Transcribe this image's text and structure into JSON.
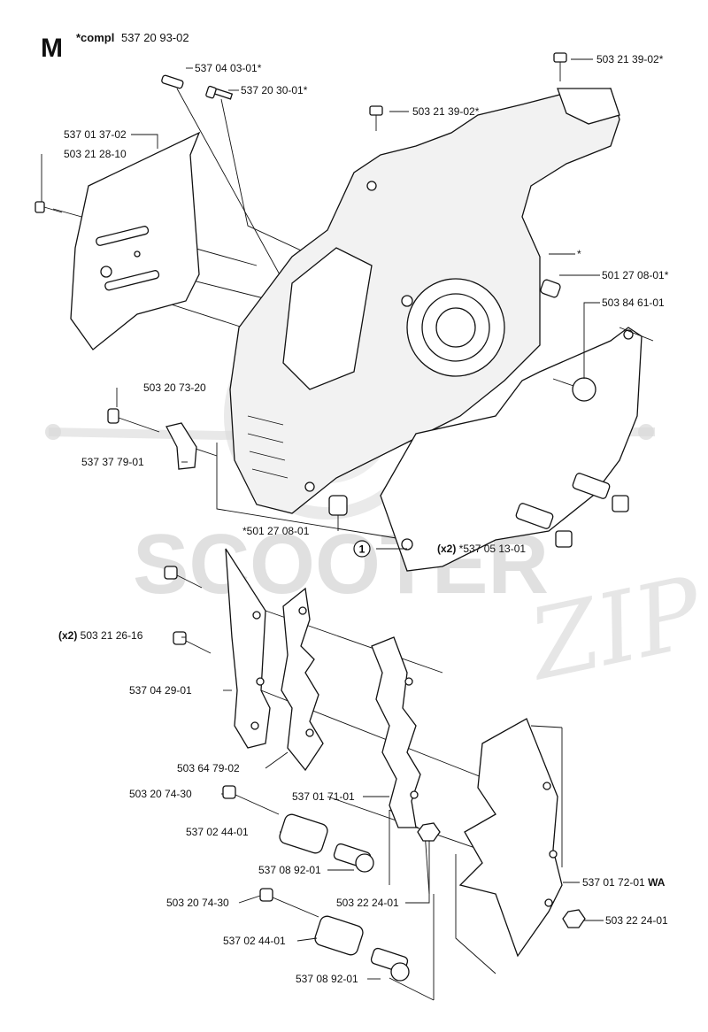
{
  "header": {
    "letter": "M",
    "compl_label": "*compl",
    "compl_number": "537 20 93-02"
  },
  "watermark": {
    "main": "SCOOTER",
    "script": "ZIP"
  },
  "callout": {
    "number": "1"
  },
  "labels": [
    {
      "id": "l01",
      "prefix": "",
      "text": "537 04 03-01*",
      "suffix": ""
    },
    {
      "id": "l02",
      "prefix": "",
      "text": "537 20 30-01*",
      "suffix": ""
    },
    {
      "id": "l03",
      "prefix": "",
      "text": "503 21 39-02*",
      "suffix": ""
    },
    {
      "id": "l04",
      "prefix": "",
      "text": "503 21 39-02*",
      "suffix": ""
    },
    {
      "id": "l05",
      "prefix": "",
      "text": "537 01 37-02",
      "suffix": ""
    },
    {
      "id": "l06",
      "prefix": "",
      "text": "503 21 28-10",
      "suffix": ""
    },
    {
      "id": "l07",
      "prefix": "",
      "text": "*",
      "suffix": ""
    },
    {
      "id": "l08",
      "prefix": "",
      "text": "501 27 08-01*",
      "suffix": ""
    },
    {
      "id": "l09",
      "prefix": "",
      "text": "503 84 61-01",
      "suffix": ""
    },
    {
      "id": "l10",
      "prefix": "",
      "text": "503 20 73-20",
      "suffix": ""
    },
    {
      "id": "l11",
      "prefix": "",
      "text": "537 37 79-01",
      "suffix": ""
    },
    {
      "id": "l12",
      "prefix": "",
      "text": "*501 27 08-01",
      "suffix": ""
    },
    {
      "id": "l13",
      "prefix": "(x2)",
      "text": " *537 05 13-01",
      "suffix": ""
    },
    {
      "id": "l14",
      "prefix": "(x2)",
      "text": " 503 21 26-16",
      "suffix": ""
    },
    {
      "id": "l15",
      "prefix": "",
      "text": "537 04 29-01",
      "suffix": ""
    },
    {
      "id": "l16",
      "prefix": "",
      "text": "503 64 79-02",
      "suffix": ""
    },
    {
      "id": "l17",
      "prefix": "",
      "text": "503 20 74-30",
      "suffix": ""
    },
    {
      "id": "l18",
      "prefix": "",
      "text": "537 01 71-01",
      "suffix": ""
    },
    {
      "id": "l19",
      "prefix": "",
      "text": "537 02 44-01",
      "suffix": ""
    },
    {
      "id": "l20",
      "prefix": "",
      "text": "537 08 92-01",
      "suffix": ""
    },
    {
      "id": "l21",
      "prefix": "",
      "text": "503 22 24-01",
      "suffix": ""
    },
    {
      "id": "l22",
      "prefix": "",
      "text": "537 01 72-01",
      "suffix": " WA"
    },
    {
      "id": "l23",
      "prefix": "",
      "text": "503 22 24-01",
      "suffix": ""
    },
    {
      "id": "l24",
      "prefix": "",
      "text": "503 20 74-30",
      "suffix": ""
    },
    {
      "id": "l25",
      "prefix": "",
      "text": "537 02 44-01",
      "suffix": ""
    },
    {
      "id": "l26",
      "prefix": "",
      "text": "537 08 92-01",
      "suffix": ""
    }
  ]
}
